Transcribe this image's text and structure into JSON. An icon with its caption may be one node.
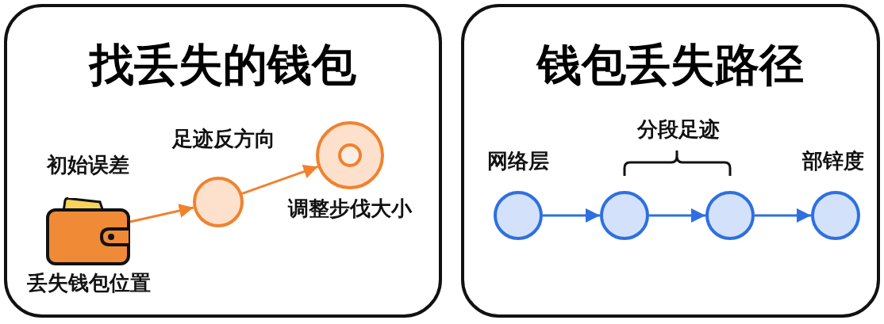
{
  "diagram": {
    "nodes": [
      {
        "text": [
          "找丢失的钱包"
        ]
      },
      {
        "text": [],
        "shape": "picture",
        "in": 0,
        "beside": [
          "初始误差",
          "丢失钱包位置"
        ]
      },
      {
        "text": [],
        "shape": "circle",
        "in": 0,
        "beside": [
          "足迹反方向"
        ]
      },
      {
        "text": [],
        "shape": "circle",
        "in": 0,
        "beside": [
          "调整步伐大小"
        ]
      },
      {
        "text": [
          "钱包丢失路径"
        ]
      },
      {
        "text": [],
        "shape": "circle",
        "in": 4,
        "beside": [
          "网络层"
        ]
      },
      {
        "text": [],
        "shape": "circle",
        "in": 4
      },
      {
        "text": [],
        "shape": "circle",
        "in": 4
      },
      {
        "text": [],
        "shape": "circle",
        "in": 4,
        "beside": [
          "部锌度"
        ]
      }
    ],
    "edges": [
      {
        "from": 1,
        "to": 2,
        "arrow": "to",
        "color": "#f0822e"
      },
      {
        "from": 2,
        "to": 3,
        "arrow": "to",
        "color": "#f0822e"
      },
      {
        "from": 5,
        "to": 6,
        "arrow": "to"
      },
      {
        "from": 6,
        "to": 7,
        "arrow": "to"
      },
      {
        "from": 7,
        "to": 8,
        "arrow": "to"
      }
    ],
    "labels": [
      "分段足迹"
    ]
  }
}
